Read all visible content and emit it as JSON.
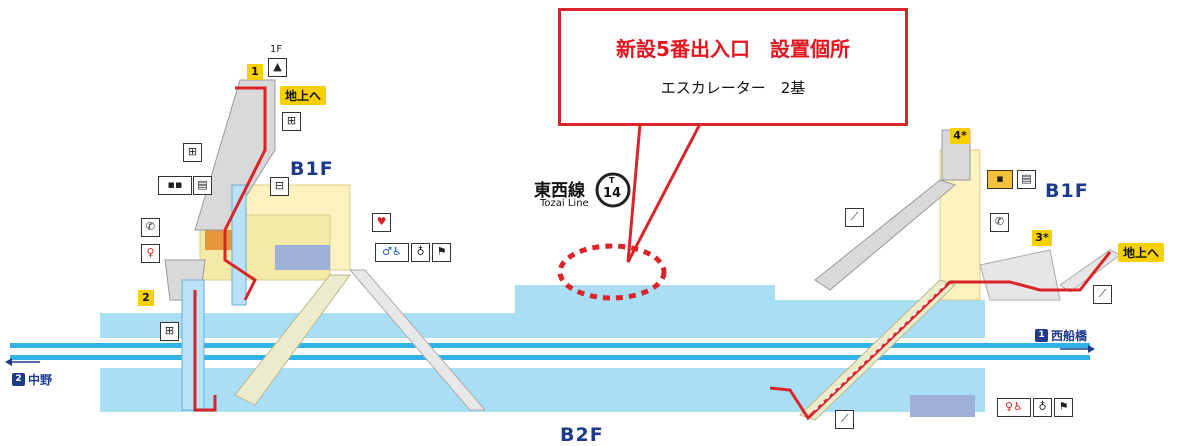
{
  "callout": {
    "title": "新設5番出入口　設置個所",
    "subtitle": "エスカレーター　2基"
  },
  "line": {
    "name_ja": "東西線",
    "name_en": "Tozai Line",
    "code_letter": "T",
    "code_number": "14"
  },
  "floors": {
    "b1f_left": "B1F",
    "b1f_right": "B1F",
    "b2f": "B2F",
    "top_left": "1F"
  },
  "exits": {
    "exit1": "1",
    "exit2": "2",
    "exit3": "3*",
    "exit4": "4*",
    "to_ground_left": "地上へ",
    "to_ground_right": "地上へ"
  },
  "directions": {
    "east_num": "1",
    "east_label": "西船橋",
    "west_num": "2",
    "west_label": "中野"
  },
  "icons": {
    "escalator": "escalator-icon",
    "elevator": "elevator-icon",
    "phone": "phone-icon",
    "aed": "aed-icon",
    "toilet": "toilet-icon",
    "ticket": "ticket-machine-icon",
    "restroom": "restroom-icon",
    "baby": "baby-icon"
  },
  "colors": {
    "track": "#a9def5",
    "concourse": "#fbf2c0",
    "route": "#d9252a",
    "rail": "#31b2e8",
    "callout_border": "#d9252a"
  }
}
